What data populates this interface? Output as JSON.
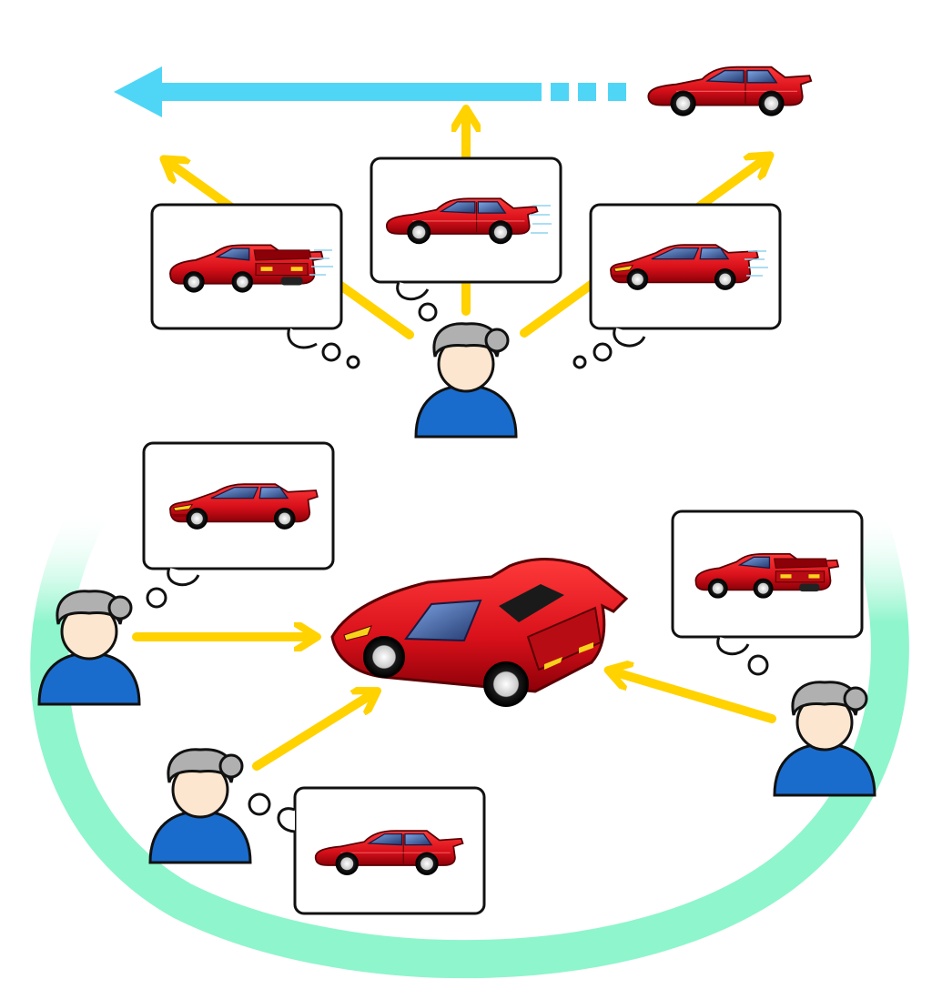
{
  "colors": {
    "background": "#ffffff",
    "car_red": "#e0121c",
    "car_dark_red": "#8c0008",
    "window_blue": "#3a5fa8",
    "headlight_yellow": "#f7d21c",
    "arrow_yellow": "#ffd200",
    "arrow_blue": "#4fd6f7",
    "ring_mint": "#8ff5cc",
    "hair_gray": "#b0b0b0",
    "skin": "#fde6cf",
    "shirt_blue": "#1a6ccc",
    "outline": "#111111",
    "speed_lines": "#8fd3ee"
  },
  "diagram": {
    "top_section": {
      "components": [
        "divergent-observer",
        "thought-bubble-rear-view",
        "thought-bubble-side-view",
        "thought-bubble-front-view",
        "goal-car",
        "progress-arrow"
      ],
      "arrow_direction": "left",
      "bubble_count": 3
    },
    "bottom_section": {
      "components": [
        "observer-left",
        "observer-bottom",
        "observer-right",
        "central-3d-car",
        "consensus-ring"
      ],
      "observer_count": 3,
      "bubble_count": 3
    }
  }
}
